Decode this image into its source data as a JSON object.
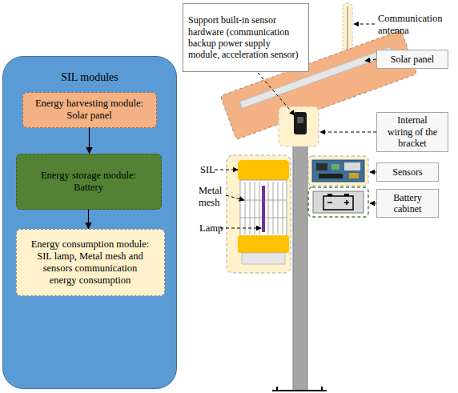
{
  "diagram": {
    "nodes": [
      {
        "text": [
          "SIL modules"
        ]
      },
      {
        "text": [
          "Energy harvesting module: Solar panel"
        ],
        "in": 0
      },
      {
        "text": [
          "Energy storage module: Battery"
        ],
        "in": 0
      },
      {
        "text": [
          "Energy consumption module: SIL lamp, Metal mesh and sensors communication energy consumption"
        ],
        "in": 0
      },
      {
        "text": [
          "Support built-in sensor hardware (communication backup power supply module, acceleration sensor)"
        ]
      },
      {
        "text": [
          "Solar panel"
        ]
      },
      {
        "text": [
          "Internal wiring of the bracket"
        ]
      },
      {
        "text": [
          "Sensors"
        ]
      },
      {
        "text": [
          "Battery cabinet"
        ]
      }
    ],
    "edges": [
      {
        "from": 1,
        "to": 2,
        "arrow": "to"
      },
      {
        "from": 2,
        "to": 3,
        "arrow": "to"
      }
    ],
    "labels": [
      "Communication antenna",
      "SIL",
      "Metal mesh",
      "Lamp"
    ]
  }
}
